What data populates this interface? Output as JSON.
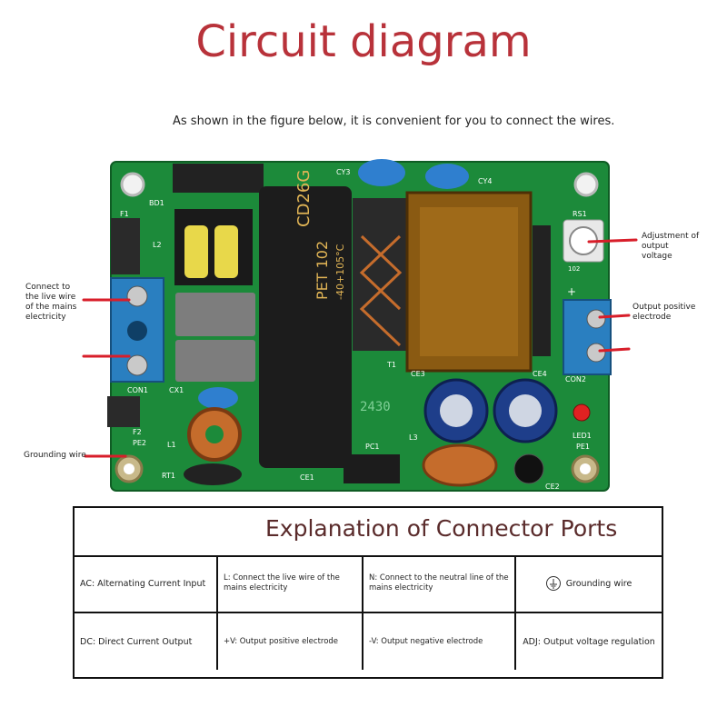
{
  "title": "Circuit diagram",
  "subtitle": "As shown in the figure below, it is convenient for you to connect the wires.",
  "callouts": {
    "live_wire": "Connect to the live wire of the mains electricity",
    "grounding": "Grounding wire",
    "adjustment": "Adjustment of output voltage",
    "output_positive": "Output positive electrode"
  },
  "pcb_labels": {
    "bd1": "BD1",
    "f1": "F1",
    "l2": "L2",
    "con1": "CON1",
    "cx1": "CX1",
    "f2": "F2",
    "pe2": "PE2",
    "l1": "L1",
    "rt1": "RT1",
    "ce1": "CE1",
    "pc1": "PC1",
    "l3": "L3",
    "ce2": "CE2",
    "cy3": "CY3",
    "cy4": "CY4",
    "rs1": "RS1",
    "con2": "CON2",
    "ce3": "CE3",
    "ce4": "CE4",
    "led1": "LED1",
    "pe1": "PE1",
    "t1": "T1",
    "code": "2430",
    "cap_text": [
      "CD26G",
      "PET 102",
      "-40+105°C"
    ],
    "plus": "+",
    "adj_code": "102"
  },
  "table": {
    "title": "Explanation of Connector Ports",
    "rows": [
      [
        "AC: Alternating Current Input",
        "L: Connect the live wire of the mains electricity",
        "N: Connect to the neutral line of the mains electricity",
        "Grounding wire"
      ],
      [
        "DC: Direct Current Output",
        "+V: Output positive electrode",
        "-V: Output negative electrode",
        "ADJ: Output voltage regulation"
      ]
    ]
  },
  "colors": {
    "title": "#b8323a",
    "pcb_green": "#1c8a3a",
    "callout_red": "#d81e2a",
    "terminal_blue": "#2a7fc0"
  }
}
